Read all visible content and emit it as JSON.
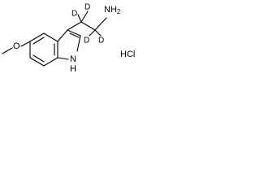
{
  "structure": {
    "labels": {
      "methoxy_oxygen": "O",
      "indole_nitrogen": "N",
      "indole_hydrogen": "H",
      "amine": "NH2",
      "deuterium_1": "D",
      "deuterium_2": "D",
      "deuterium_3": "D",
      "deuterium_4": "D",
      "salt": "HCl"
    }
  },
  "colors": {
    "ink": "#000000",
    "background": "#ffffff"
  }
}
